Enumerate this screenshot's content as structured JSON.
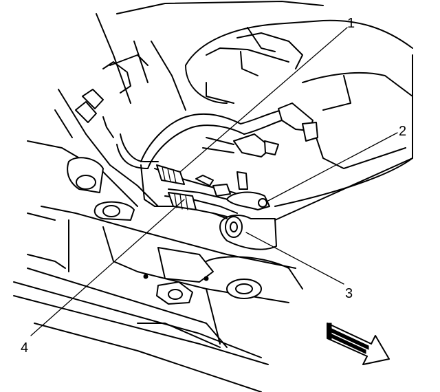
{
  "callouts": [
    {
      "id": "1",
      "label": "1"
    },
    {
      "id": "2",
      "label": "2"
    },
    {
      "id": "3",
      "label": "3"
    },
    {
      "id": "4",
      "label": "4"
    }
  ],
  "icons": {
    "direction_arrow": "arrow-right-down-icon"
  },
  "colors": {
    "line": "#000000",
    "background": "#ffffff"
  }
}
